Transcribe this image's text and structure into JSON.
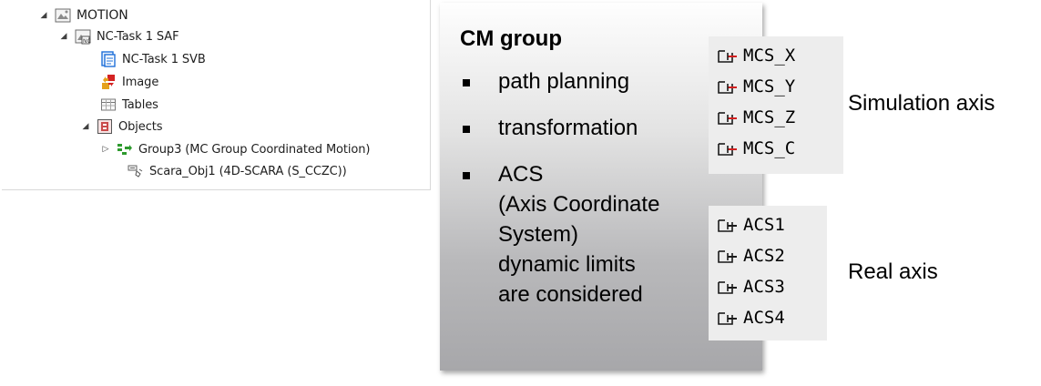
{
  "tree": {
    "items": [
      {
        "label": "MOTION",
        "icon": "motion-icon",
        "expander": "expanded"
      },
      {
        "label": "NC-Task 1 SAF",
        "icon": "nc-task-icon",
        "expander": "expanded"
      },
      {
        "label": "NC-Task 1 SVB",
        "icon": "svb-icon",
        "expander": "none"
      },
      {
        "label": "Image",
        "icon": "image-icon",
        "expander": "none"
      },
      {
        "label": "Tables",
        "icon": "tables-icon",
        "expander": "none"
      },
      {
        "label": "Objects",
        "icon": "objects-icon",
        "expander": "expanded"
      },
      {
        "label": "Group3 (MC Group Coordinated Motion)",
        "icon": "group-icon",
        "expander": "collapsed"
      },
      {
        "label": "Scara_Obj1 (4D-SCARA (S_CCZC))",
        "icon": "scara-object-icon",
        "expander": "none"
      }
    ]
  },
  "card": {
    "title": "CM group",
    "bullets": [
      {
        "lines": [
          "path planning"
        ]
      },
      {
        "lines": [
          "transformation"
        ]
      },
      {
        "lines": [
          "ACS",
          "(Axis Coordinate",
          "System)",
          "dynamic limits",
          "are considered"
        ]
      }
    ]
  },
  "mcs_axes": [
    "MCS_X",
    "MCS_Y",
    "MCS_Z",
    "MCS_C"
  ],
  "acs_axes": [
    "ACS1",
    "ACS2",
    "ACS3",
    "ACS4"
  ],
  "captions": {
    "simulation": "Simulation axis",
    "real": "Real axis"
  },
  "colors": {
    "axis_icon_red": "#d21f1f",
    "nc_blue": "#1e6fd9",
    "green": "#2e9a2e"
  }
}
